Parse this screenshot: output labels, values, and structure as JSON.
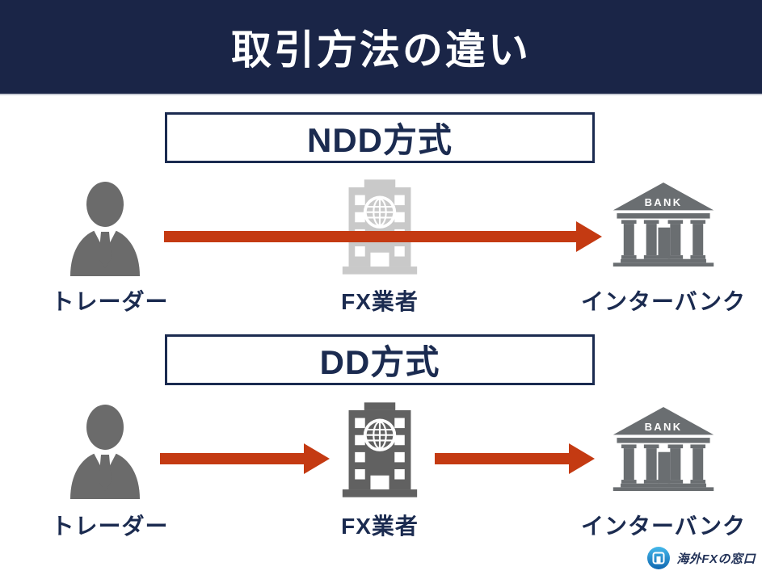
{
  "header": {
    "title": "取引方法の違い"
  },
  "sections": [
    {
      "id": "ndd",
      "method_label": "NDD方式",
      "nodes": [
        {
          "id": "trader",
          "label": "トレーダー",
          "icon": "businessman-icon"
        },
        {
          "id": "fx-broker",
          "label": "FX業者",
          "icon": "office-building-icon",
          "state": "bypassed"
        },
        {
          "id": "interbank",
          "label": "インターバンク",
          "icon": "bank-icon",
          "sign": "BANK"
        }
      ],
      "arrows": [
        {
          "from": "trader",
          "to": "interbank"
        }
      ]
    },
    {
      "id": "dd",
      "method_label": "DD方式",
      "nodes": [
        {
          "id": "trader",
          "label": "トレーダー",
          "icon": "businessman-icon"
        },
        {
          "id": "fx-broker",
          "label": "FX業者",
          "icon": "office-building-icon",
          "state": "active"
        },
        {
          "id": "interbank",
          "label": "インターバンク",
          "icon": "bank-icon",
          "sign": "BANK"
        }
      ],
      "arrows": [
        {
          "from": "trader",
          "to": "fx-broker"
        },
        {
          "from": "fx-broker",
          "to": "interbank"
        }
      ]
    }
  ],
  "footer": {
    "logo_text": "海外FXの窓口"
  },
  "colors": {
    "header_bg": "#1a2547",
    "navy_text": "#1b2b50",
    "arrow_red": "#c43a12",
    "trader_gray": "#6b6b6b",
    "broker_faded_gray": "#c9c9c9",
    "broker_dark_gray": "#616161",
    "bank_gray": "#6a6e71",
    "logo_blue_top": "#45b8ea",
    "logo_blue_bottom": "#0f67b1"
  }
}
